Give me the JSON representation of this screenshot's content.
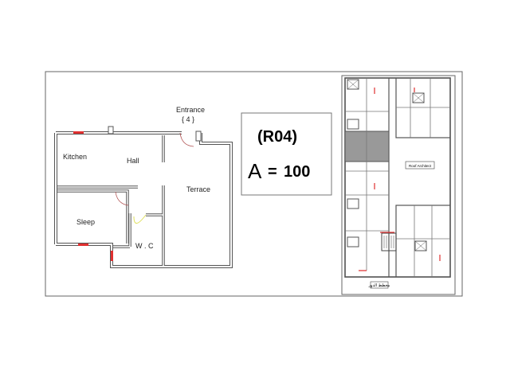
{
  "unit_plan": {
    "entrance_label": "Entrance",
    "entrance_number": "{ 4 }",
    "rooms": [
      "Kitchen",
      "Hall",
      "Terrace",
      "Sleep",
      "W . C"
    ]
  },
  "info_box": {
    "unit_code": "(R04)",
    "area_label": "A",
    "area_equals": "=",
    "area_value": "100"
  },
  "floor_plan": {
    "center_label": "Roof Architect",
    "title": "مخطط الدور"
  },
  "colors": {
    "window": "#e03030",
    "door_swing": "#b05050",
    "wc_door": "#e0e060",
    "hatch": "#999999"
  }
}
